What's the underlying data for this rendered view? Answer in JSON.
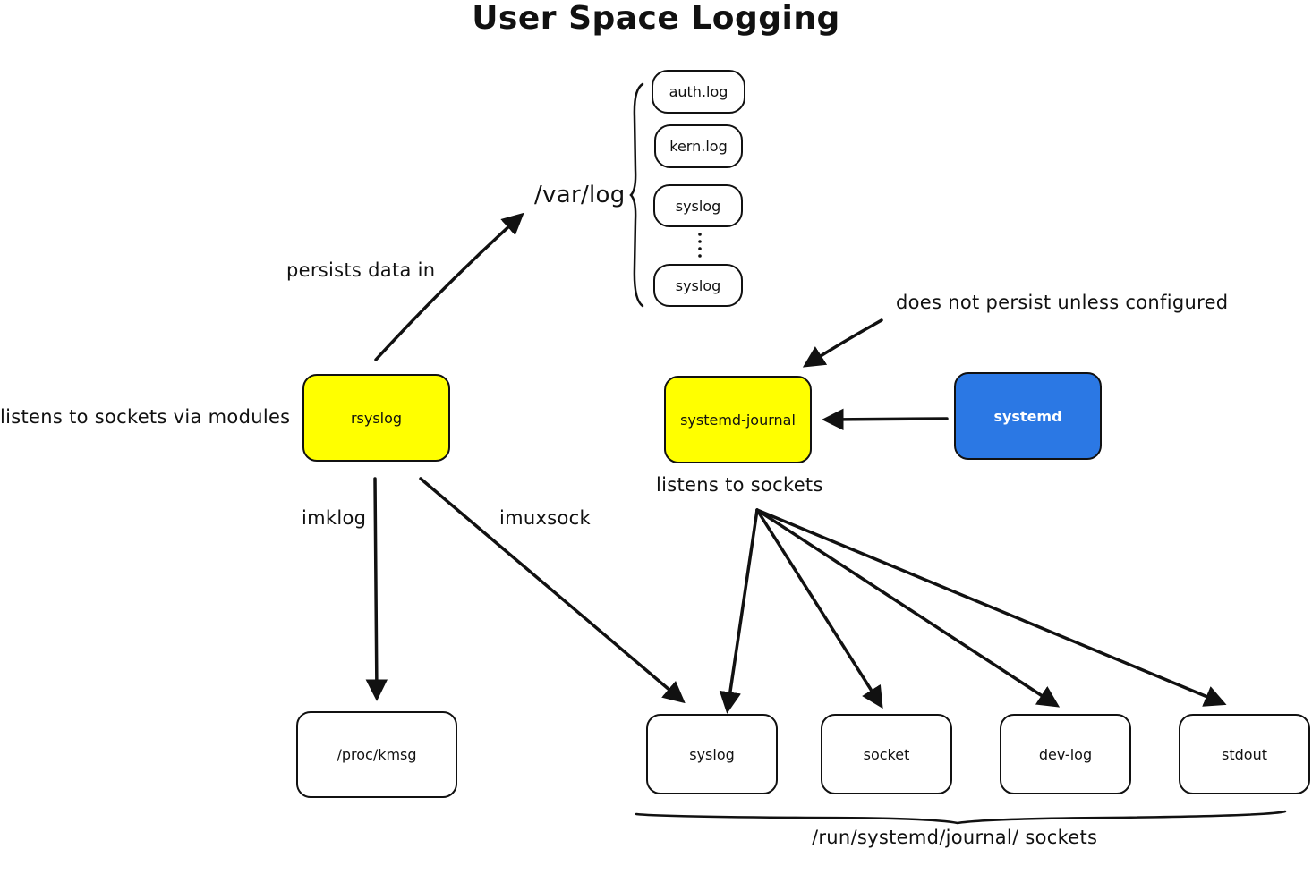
{
  "title": "User Space Logging",
  "labels": {
    "var_log": "/var/log",
    "persists": "persists data in",
    "listens_modules": "listens to sockets via modules",
    "does_not_persist": "does not persist unless configured",
    "listens_sockets": "listens to sockets",
    "imklog": "imklog",
    "imuxsock": "imuxsock",
    "run_sockets": "/run/systemd/journal/ sockets"
  },
  "nodes": {
    "auth_log": "auth.log",
    "kern_log": "kern.log",
    "syslog_file_1": "syslog",
    "syslog_file_2": "syslog",
    "rsyslog": "rsyslog",
    "systemd_journal": "systemd-journal",
    "systemd": "systemd",
    "proc_kmsg": "/proc/kmsg",
    "sock_syslog": "syslog",
    "sock_socket": "socket",
    "sock_devlog": "dev-log",
    "sock_stdout": "stdout"
  },
  "colors": {
    "highlight_yellow": "#ffff00",
    "systemd_blue": "#2b78e4"
  }
}
